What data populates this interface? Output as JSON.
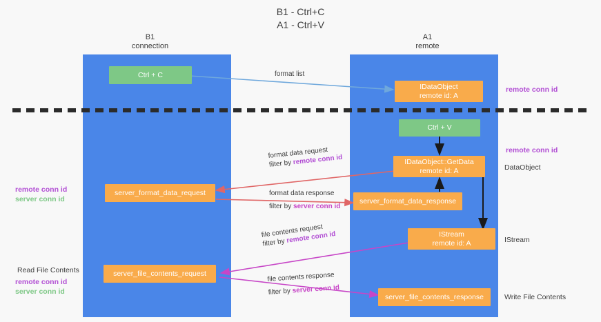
{
  "title": "B1 - Ctrl+C\nA1 - Ctrl+V",
  "lanes": [
    {
      "id": "b1",
      "title": "B1",
      "subtitle": "connection"
    },
    {
      "id": "a1",
      "title": "A1",
      "subtitle": "remote"
    }
  ],
  "nodes": [
    {
      "id": "ctrl-c",
      "kind": "green",
      "line1": "Ctrl + C",
      "line2": ""
    },
    {
      "id": "idataobject-remote",
      "kind": "orange",
      "line1": "IDataObject",
      "line2": "remote id: A"
    },
    {
      "id": "ctrl-v",
      "kind": "green",
      "line1": "Ctrl + V",
      "line2": ""
    },
    {
      "id": "idataobject-getdata",
      "kind": "orange",
      "line1": "IDataObject::GetData",
      "line2": "remote id: A"
    },
    {
      "id": "server-format-data-request",
      "kind": "orange",
      "line1": "server_format_data_request",
      "line2": ""
    },
    {
      "id": "server-format-data-response",
      "kind": "orange",
      "line1": "server_format_data_response",
      "line2": ""
    },
    {
      "id": "istream-remote",
      "kind": "orange",
      "line1": "IStream",
      "line2": "remote id: A"
    },
    {
      "id": "server-file-contents-request",
      "kind": "orange",
      "line1": "server_file_contents_request",
      "line2": ""
    },
    {
      "id": "server-file-contents-response",
      "kind": "orange",
      "line1": "server_file_contents_response",
      "line2": ""
    }
  ],
  "edge_labels": [
    {
      "id": "format-list",
      "line1": "format list",
      "line2": "",
      "highlight": ""
    },
    {
      "id": "format-data-request",
      "line1": "format data request",
      "line2": "filter by ",
      "highlight": "remote conn id",
      "hl_class": "hl-purple"
    },
    {
      "id": "format-data-response",
      "line1": "format data response",
      "line2": "filter by ",
      "highlight": "server conn id",
      "hl_class": "hl-magenta"
    },
    {
      "id": "file-contents-request",
      "line1": "file contents request",
      "line2": "filter by ",
      "highlight": "remote conn id",
      "hl_class": "hl-purple"
    },
    {
      "id": "file-contents-response",
      "line1": "file contents response",
      "line2": "filter by ",
      "highlight": "server conn id",
      "hl_class": "hl-magenta"
    }
  ],
  "right_notes": [
    {
      "id": "remote-conn-id-top",
      "text": "remote conn id",
      "style": "purple"
    },
    {
      "id": "remote-conn-id-mid",
      "text": "remote conn id",
      "style": "purple"
    },
    {
      "id": "dataobject",
      "text": "DataObject",
      "style": "plain"
    },
    {
      "id": "istream",
      "text": "IStream",
      "style": "plain"
    },
    {
      "id": "write-file-contents",
      "text": "Write File Contents",
      "style": "plain"
    }
  ],
  "left_notes": [
    {
      "id": "remote-conn-id-a",
      "text": "remote conn id",
      "style": "purple"
    },
    {
      "id": "server-conn-id-a",
      "text": "server conn id",
      "style": "green"
    },
    {
      "id": "read-file-contents",
      "text": "Read File Contents",
      "style": "plain"
    },
    {
      "id": "remote-conn-id-b",
      "text": "remote conn id",
      "style": "purple"
    },
    {
      "id": "server-conn-id-b",
      "text": "server conn id",
      "style": "green"
    }
  ],
  "colors": {
    "lane": "#4a86e8",
    "node_orange": "#f9ab4b",
    "node_green": "#7ec886",
    "arrow_blue": "#6fa8dc",
    "arrow_red": "#e06666",
    "arrow_magenta": "#c746c7",
    "arrow_black": "#1a1a1a",
    "purple_text": "#b24fd4",
    "green_text": "#7ec886"
  }
}
